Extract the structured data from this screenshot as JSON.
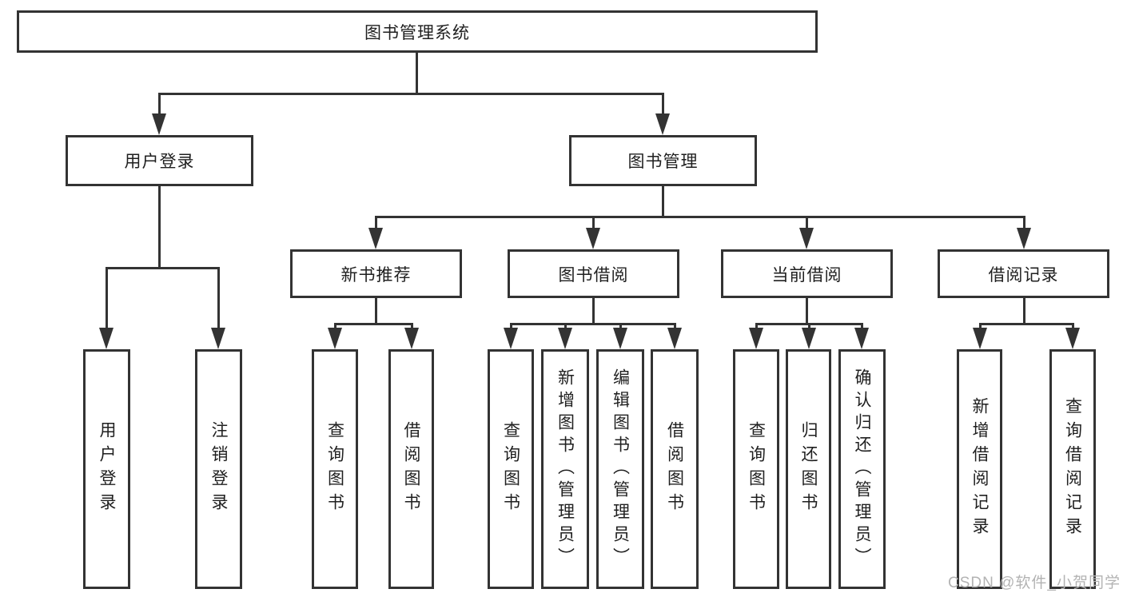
{
  "diagram": {
    "title": "图书管理系统",
    "nodes": {
      "root": "图书管理系统",
      "user_login": "用户登录",
      "book_management": "图书管理",
      "new_book_recommend": "新书推荐",
      "book_borrowing": "图书借阅",
      "current_borrowing": "当前借阅",
      "borrowing_records": "借阅记录",
      "user_login_leaf": "用户登录",
      "logout_leaf": "注销登录",
      "query_books_recommend": "查询图书",
      "borrow_books_recommend": "借阅图书",
      "query_books_borrowing": "查询图书",
      "add_books_admin": "新增图书（管理员）",
      "edit_books_admin": "编辑图书（管理员）",
      "borrow_books_borrowing": "借阅图书",
      "query_books_current": "查询图书",
      "return_books": "归还图书",
      "confirm_return_admin": "确认归还（管理员）",
      "add_borrow_record": "新增借阅记录",
      "query_borrow_record": "查询借阅记录"
    },
    "colors": {
      "line": "#333333",
      "box_fill": "#ffffff",
      "text": "#1f1f1f",
      "watermark": "#b3b3b3"
    }
  },
  "watermark": {
    "text": "CSDN @软件_小贺同学"
  }
}
